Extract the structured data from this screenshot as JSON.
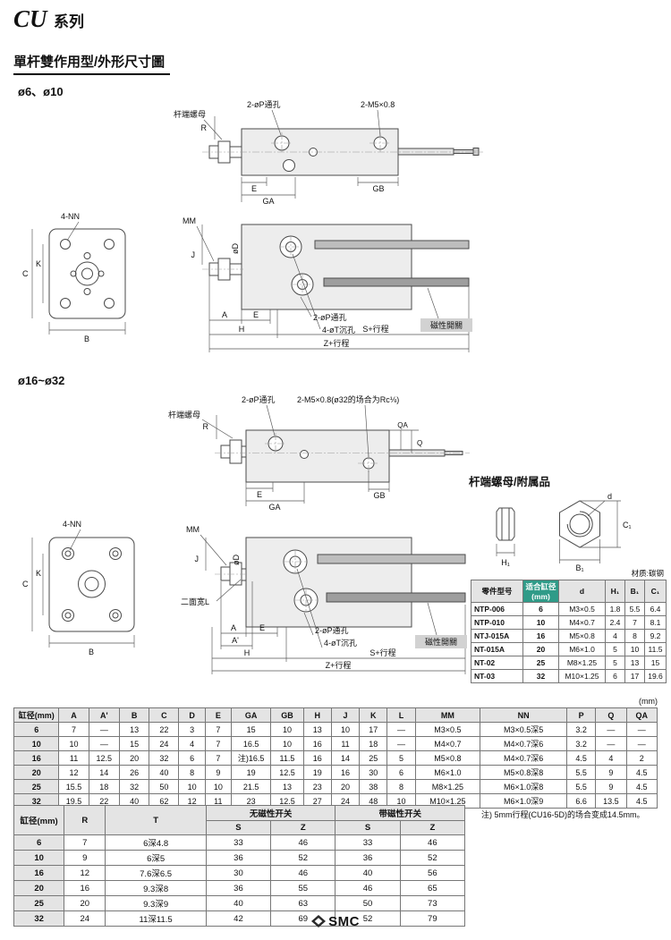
{
  "page": {
    "title_cu": "CU",
    "title_series": "系列",
    "section_header": "單杆雙作用型/外形尺寸圖",
    "label_small_bore": "ø6、ø10",
    "label_large_bore": "ø16~ø32",
    "accessories_title": "杆端螺母/附属品",
    "material_note": "材质:碳钢",
    "unit_label": "(mm)",
    "footnote": "注) 5mm行程(CU16-5D)的场合变成14.5mm。",
    "brand": "SMC"
  },
  "figure_small": {
    "rod_nut": "杆端螺母",
    "p_holes": "2-øP通孔",
    "ports": "2-M5×0.8",
    "R": "R",
    "E": "E",
    "GA": "GA",
    "GB": "GB",
    "nn": "4-NN",
    "C": "C",
    "K": "K",
    "B": "B",
    "MM": "MM",
    "oD": "øD",
    "J": "J",
    "A": "A",
    "H": "H",
    "S": "S+行程",
    "Z": "Z+行程",
    "t_holes": "4-øT沉孔",
    "switch": "磁性開關"
  },
  "figure_large": {
    "rod_nut": "杆端螺母",
    "p_holes": "2-øP通孔",
    "ports": "2-M5×0.8(ø32的场合为Rc⅛)",
    "R": "R",
    "QA": "QA",
    "Q": "Q",
    "E": "E",
    "GA": "GA",
    "GB": "GB",
    "nn": "4-NN",
    "C": "C",
    "K": "K",
    "B": "B",
    "MM": "MM",
    "oD": "øD",
    "J": "J",
    "flat": "二面宽L",
    "A": "A",
    "A2": "A'",
    "H": "H",
    "S": "S+行程",
    "Z": "Z+行程",
    "t_holes": "4-øT沉孔",
    "switch": "磁性開關"
  },
  "nut_figure": {
    "d": "d",
    "h1": "H₁",
    "b1": "B₁",
    "c1": "C₁"
  },
  "nut_table": {
    "headers": [
      "零件型号",
      "适合缸径(mm)",
      "d",
      "H₁",
      "B₁",
      "C₁"
    ],
    "rows": [
      [
        "NTP-006",
        "6",
        "M3×0.5",
        "1.8",
        "5.5",
        "6.4"
      ],
      [
        "NTP-010",
        "10",
        "M4×0.7",
        "2.4",
        "7",
        "8.1"
      ],
      [
        "NTJ-015A",
        "16",
        "M5×0.8",
        "4",
        "8",
        "9.2"
      ],
      [
        "NT-015A",
        "20",
        "M6×1.0",
        "5",
        "10",
        "11.5"
      ],
      [
        "NT-02",
        "25",
        "M8×1.25",
        "5",
        "13",
        "15"
      ],
      [
        "NT-03",
        "32",
        "M10×1.25",
        "6",
        "17",
        "19.6"
      ]
    ]
  },
  "dim_table": {
    "headers": [
      "缸径(mm)",
      "A",
      "A'",
      "B",
      "C",
      "D",
      "E",
      "GA",
      "GB",
      "H",
      "J",
      "K",
      "L",
      "MM",
      "NN",
      "P",
      "Q",
      "QA"
    ],
    "rows": [
      [
        "6",
        "7",
        "—",
        "13",
        "22",
        "3",
        "7",
        "15",
        "10",
        "13",
        "10",
        "17",
        "—",
        "M3×0.5",
        "M3×0.5深5",
        "3.2",
        "—",
        "—"
      ],
      [
        "10",
        "10",
        "—",
        "15",
        "24",
        "4",
        "7",
        "16.5",
        "10",
        "16",
        "11",
        "18",
        "—",
        "M4×0.7",
        "M4×0.7深6",
        "3.2",
        "—",
        "—"
      ],
      [
        "16",
        "11",
        "12.5",
        "20",
        "32",
        "6",
        "7",
        "注)16.5",
        "11.5",
        "16",
        "14",
        "25",
        "5",
        "M5×0.8",
        "M4×0.7深6",
        "4.5",
        "4",
        "2"
      ],
      [
        "20",
        "12",
        "14",
        "26",
        "40",
        "8",
        "9",
        "19",
        "12.5",
        "19",
        "16",
        "30",
        "6",
        "M6×1.0",
        "M5×0.8深8",
        "5.5",
        "9",
        "4.5"
      ],
      [
        "25",
        "15.5",
        "18",
        "32",
        "50",
        "10",
        "10",
        "21.5",
        "13",
        "23",
        "20",
        "38",
        "8",
        "M8×1.25",
        "M6×1.0深8",
        "5.5",
        "9",
        "4.5"
      ],
      [
        "32",
        "19.5",
        "22",
        "40",
        "62",
        "12",
        "11",
        "23",
        "12.5",
        "27",
        "24",
        "48",
        "10",
        "M10×1.25",
        "M6×1.0深9",
        "6.6",
        "13.5",
        "4.5"
      ]
    ]
  },
  "switch_table": {
    "col_bore": "缸径(mm)",
    "col_r": "R",
    "col_t": "T",
    "group_no_switch": "无磁性开关",
    "group_with_switch": "带磁性开关",
    "sub_s": "S",
    "sub_z": "Z",
    "rows": [
      [
        "6",
        "7",
        "6深4.8",
        "33",
        "46",
        "33",
        "46"
      ],
      [
        "10",
        "9",
        "6深5",
        "36",
        "52",
        "36",
        "52"
      ],
      [
        "16",
        "12",
        "7.6深6.5",
        "30",
        "46",
        "40",
        "56"
      ],
      [
        "20",
        "16",
        "9.3深8",
        "36",
        "55",
        "46",
        "65"
      ],
      [
        "25",
        "20",
        "9.3深9",
        "40",
        "63",
        "50",
        "73"
      ],
      [
        "32",
        "24",
        "11深11.5",
        "42",
        "69",
        "52",
        "79"
      ]
    ]
  }
}
